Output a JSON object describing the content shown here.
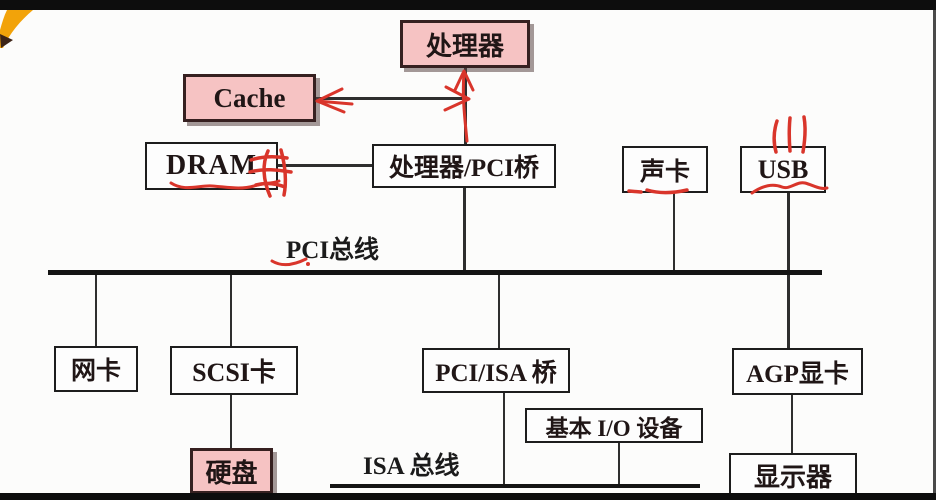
{
  "diagram_title": "PCI / ISA bus architecture diagram (lecture slide with red pen annotations)",
  "colors": {
    "box_pink": "#f6c3c3",
    "box_white": "#fdfdfd",
    "border_dark": "#1d1d1d",
    "line_dark": "#2e2e2e",
    "bus_black": "#141414",
    "annotation_red": "#d9352b",
    "letterbox_black": "#0d0d0d",
    "corner_orange": "#f2a30a"
  },
  "nodes": {
    "processor": {
      "label": "处理器"
    },
    "cache": {
      "label": "Cache"
    },
    "dram": {
      "label": "DRAM"
    },
    "cpu_pci_bridge": {
      "label": "处理器/PCI桥"
    },
    "sound_card": {
      "label": "声卡"
    },
    "usb": {
      "label": "USB"
    },
    "nic": {
      "label": "网卡"
    },
    "scsi_card": {
      "label": "SCSI卡"
    },
    "pci_isa_bridge": {
      "label": "PCI/ISA 桥"
    },
    "basic_io": {
      "label": "基本 I/O 设备"
    },
    "agp_card": {
      "label": "AGP显卡"
    },
    "hard_disk": {
      "label": "硬盘"
    },
    "monitor": {
      "label": "显示器"
    }
  },
  "buses": {
    "pci": {
      "label": "PCI总线"
    },
    "isa": {
      "label": "ISA 总线"
    }
  },
  "annotations": {
    "red_marks": [
      "up-arrow from 处理器/PCI桥 into 处理器",
      "right-arrowhead where Cache line meets processor line",
      "left-arrowhead into Cache",
      "wavy underline under DRAM",
      "scribbled character beside DRAM",
      "underline under 声卡",
      "wavy underline under USB",
      "three tally strokes above USB",
      "underline under PC of PCI总线"
    ]
  }
}
